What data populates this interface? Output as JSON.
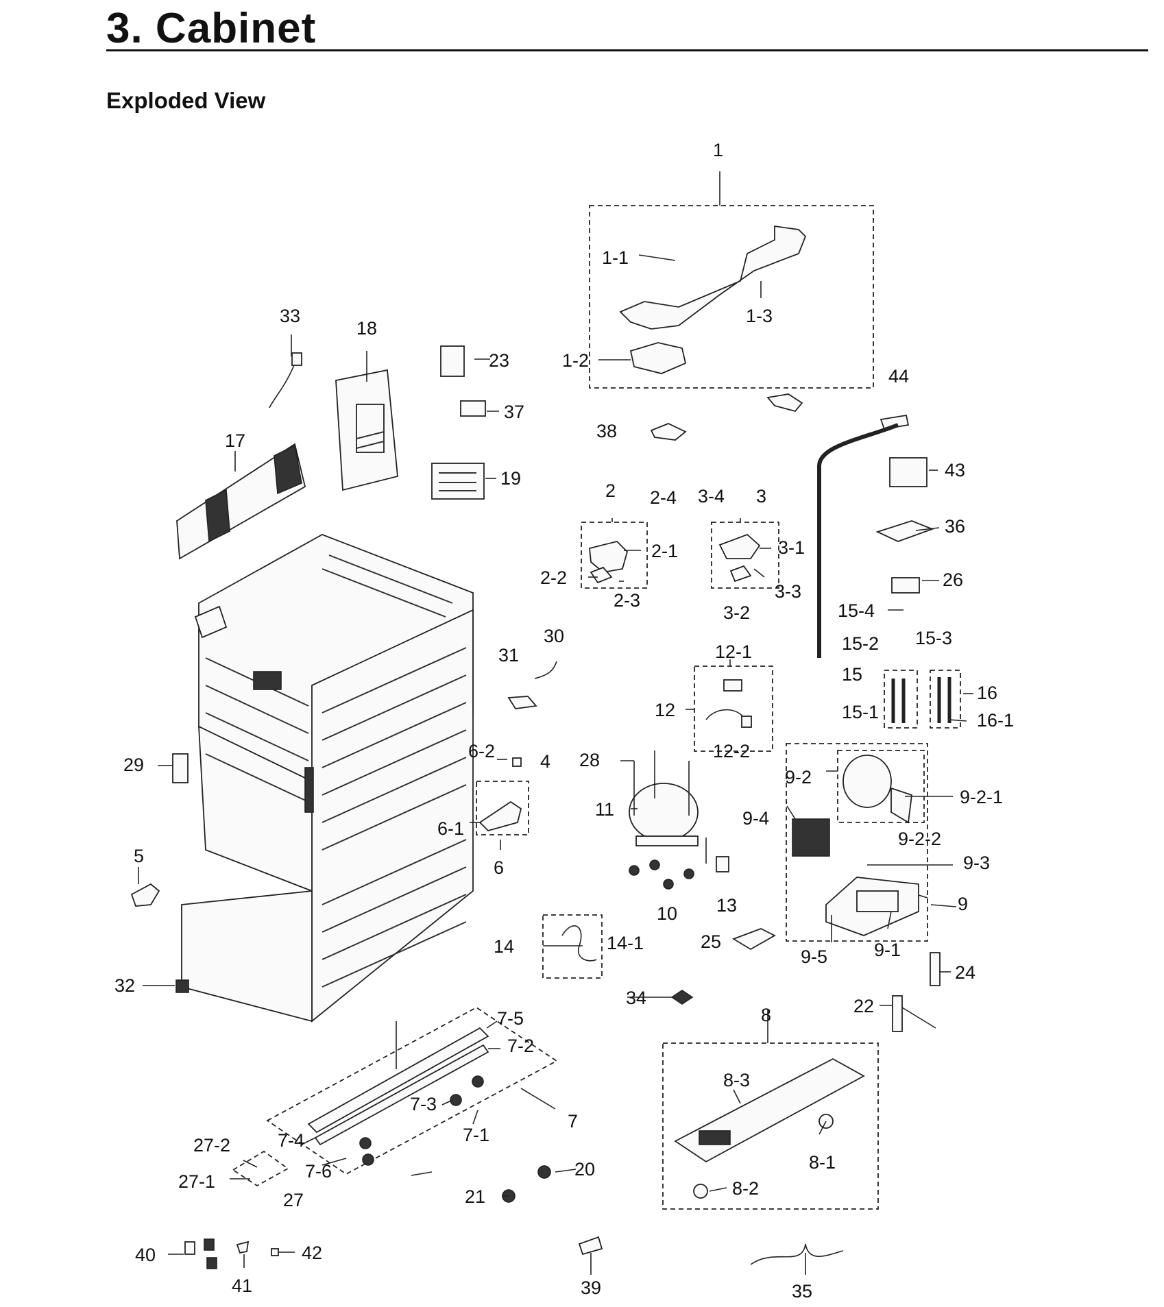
{
  "header": {
    "title": "3.  Cabinet",
    "subtitle": "Exploded View"
  },
  "diagram": {
    "labels": [
      "1",
      "1-1",
      "1-2",
      "1-3",
      "2",
      "2-1",
      "2-2",
      "2-3",
      "2-4",
      "3",
      "3-1",
      "3-2",
      "3-3",
      "3-4",
      "4",
      "5",
      "6",
      "6-1",
      "6-2",
      "7",
      "7-1",
      "7-2",
      "7-3",
      "7-4",
      "7-5",
      "7-6",
      "8",
      "8-1",
      "8-2",
      "8-3",
      "9",
      "9-1",
      "9-2",
      "9-2-1",
      "9-2-2",
      "9-3",
      "9-4",
      "9-5",
      "10",
      "11",
      "12",
      "12-1",
      "12-2",
      "13",
      "14",
      "14-1",
      "15",
      "15-1",
      "15-2",
      "15-3",
      "15-4",
      "16",
      "16-1",
      "17",
      "18",
      "19",
      "20",
      "21",
      "22",
      "23",
      "24",
      "25",
      "26",
      "27",
      "27-1",
      "27-2",
      "28",
      "29",
      "30",
      "31",
      "32",
      "33",
      "34",
      "35",
      "36",
      "37",
      "38",
      "39",
      "40",
      "41",
      "42",
      "43",
      "44"
    ]
  }
}
